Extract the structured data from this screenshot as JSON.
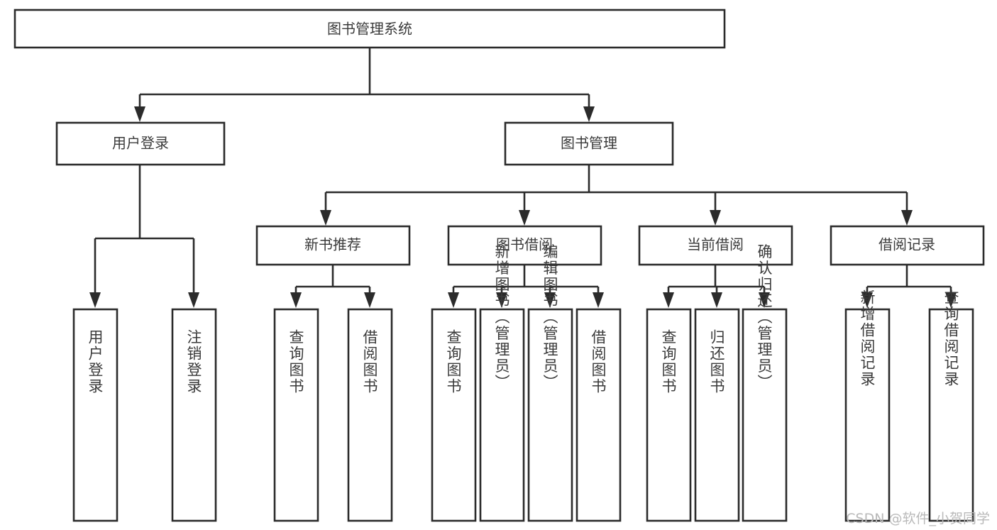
{
  "diagram": {
    "type": "tree",
    "title": "图书管理系统",
    "watermark": "CSDN @软件_小贺同学",
    "colors": {
      "box_stroke": "#2b2b2b",
      "box_fill": "#ffffff",
      "text": "#3a3a3a",
      "background": "#ffffff",
      "watermark": "#b9b9b9"
    },
    "levels": {
      "root": "图书管理系统",
      "level1": [
        "用户登录",
        "图书管理"
      ],
      "level2": [
        "新书推荐",
        "图书借阅",
        "当前借阅",
        "借阅记录"
      ]
    },
    "nodes": {
      "root": {
        "label": "图书管理系统",
        "orientation": "horizontal"
      },
      "user_login": {
        "label": "用户登录",
        "orientation": "horizontal"
      },
      "book_manage": {
        "label": "图书管理",
        "orientation": "horizontal"
      },
      "new_book_rec": {
        "label": "新书推荐",
        "orientation": "horizontal"
      },
      "book_borrow": {
        "label": "图书借阅",
        "orientation": "horizontal"
      },
      "current_borrow": {
        "label": "当前借阅",
        "orientation": "horizontal"
      },
      "borrow_record": {
        "label": "借阅记录",
        "orientation": "horizontal"
      },
      "leaf_user_login": {
        "label": "用户登录",
        "orientation": "vertical"
      },
      "leaf_logout": {
        "label": "注销登录",
        "orientation": "vertical"
      },
      "leaf_query_book_a": {
        "label": "查询图书",
        "orientation": "vertical"
      },
      "leaf_borrow_book_a": {
        "label": "借阅图书",
        "orientation": "vertical"
      },
      "leaf_query_book_b": {
        "label": "查询图书",
        "orientation": "vertical"
      },
      "leaf_add_book": {
        "label": "新增图书（管理员）",
        "orientation": "vertical"
      },
      "leaf_edit_book": {
        "label": "编辑图书（管理员）",
        "orientation": "vertical"
      },
      "leaf_borrow_book_b": {
        "label": "借阅图书",
        "orientation": "vertical"
      },
      "leaf_query_book_c": {
        "label": "查询图书",
        "orientation": "vertical"
      },
      "leaf_return_book": {
        "label": "归还图书",
        "orientation": "vertical"
      },
      "leaf_confirm_return": {
        "label": "确认归还（管理员）",
        "orientation": "vertical"
      },
      "leaf_add_record": {
        "label": "新增借阅记录",
        "orientation": "vertical"
      },
      "leaf_query_record": {
        "label": "查询借阅记录",
        "orientation": "vertical"
      }
    },
    "edges": [
      {
        "from": "图书管理系统",
        "to": "用户登录"
      },
      {
        "from": "图书管理系统",
        "to": "图书管理"
      },
      {
        "from": "用户登录",
        "to": "用户登录"
      },
      {
        "from": "用户登录",
        "to": "注销登录"
      },
      {
        "from": "图书管理",
        "to": "新书推荐"
      },
      {
        "from": "图书管理",
        "to": "图书借阅"
      },
      {
        "from": "图书管理",
        "to": "当前借阅"
      },
      {
        "from": "图书管理",
        "to": "借阅记录"
      },
      {
        "from": "新书推荐",
        "to": "查询图书"
      },
      {
        "from": "新书推荐",
        "to": "借阅图书"
      },
      {
        "from": "图书借阅",
        "to": "查询图书"
      },
      {
        "from": "图书借阅",
        "to": "新增图书（管理员）"
      },
      {
        "from": "图书借阅",
        "to": "编辑图书（管理员）"
      },
      {
        "from": "图书借阅",
        "to": "借阅图书"
      },
      {
        "from": "当前借阅",
        "to": "查询图书"
      },
      {
        "from": "当前借阅",
        "to": "归还图书"
      },
      {
        "from": "当前借阅",
        "to": "确认归还（管理员）"
      },
      {
        "from": "借阅记录",
        "to": "新增借阅记录"
      },
      {
        "from": "借阅记录",
        "to": "查询借阅记录"
      }
    ]
  }
}
